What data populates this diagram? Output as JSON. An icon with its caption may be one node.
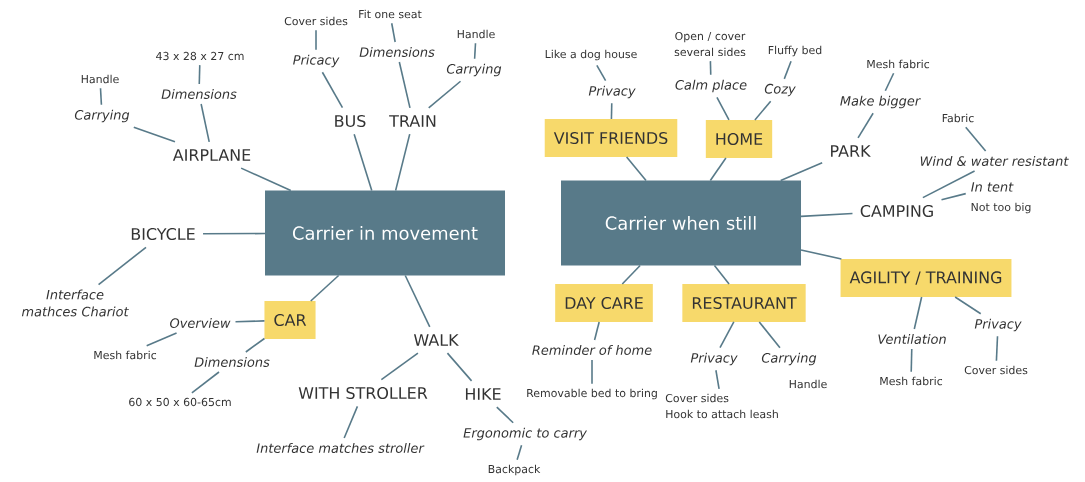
{
  "diagram": {
    "nodes": [
      {
        "text": [
          "Carrier in movement"
        ]
      },
      {
        "text": [
          "AIRPLANE"
        ]
      },
      {
        "text": [
          "Carrying"
        ]
      },
      {
        "text": [
          "Handle"
        ]
      },
      {
        "text": [
          "Dimensions"
        ]
      },
      {
        "text": [
          "43 x 28 x 27 cm"
        ]
      },
      {
        "text": [
          "BUS"
        ]
      },
      {
        "text": [
          "Pricacy"
        ]
      },
      {
        "text": [
          "Cover sides"
        ]
      },
      {
        "text": [
          "TRAIN"
        ]
      },
      {
        "text": [
          "Dimensions"
        ]
      },
      {
        "text": [
          "Fit one seat"
        ]
      },
      {
        "text": [
          "Carrying"
        ]
      },
      {
        "text": [
          "Handle"
        ]
      },
      {
        "text": [
          "BICYCLE"
        ]
      },
      {
        "text": [
          "Interface mathces Chariot"
        ]
      },
      {
        "text": [
          "CAR"
        ]
      },
      {
        "text": [
          "Overview"
        ]
      },
      {
        "text": [
          "Mesh fabric"
        ]
      },
      {
        "text": [
          "Dimensions"
        ]
      },
      {
        "text": [
          "60 x 50 x 60-65cm"
        ]
      },
      {
        "text": [
          "WALK"
        ]
      },
      {
        "text": [
          "WITH STROLLER"
        ]
      },
      {
        "text": [
          "Interface matches stroller"
        ]
      },
      {
        "text": [
          "HIKE"
        ]
      },
      {
        "text": [
          "Ergonomic to carry"
        ]
      },
      {
        "text": [
          "Backpack"
        ]
      },
      {
        "text": [
          "Carrier when still"
        ]
      },
      {
        "text": [
          "VISIT FRIENDS"
        ]
      },
      {
        "text": [
          "Privacy"
        ]
      },
      {
        "text": [
          "Like a dog house"
        ]
      },
      {
        "text": [
          "HOME"
        ]
      },
      {
        "text": [
          "Calm place"
        ]
      },
      {
        "text": [
          "Open / cover several sides"
        ]
      },
      {
        "text": [
          "Cozy"
        ]
      },
      {
        "text": [
          "Fluffy bed"
        ]
      },
      {
        "text": [
          "PARK"
        ]
      },
      {
        "text": [
          "Make bigger"
        ]
      },
      {
        "text": [
          "Mesh fabric"
        ]
      },
      {
        "text": [
          "CAMPING"
        ]
      },
      {
        "text": [
          "Wind & water resistant"
        ]
      },
      {
        "text": [
          "Fabric"
        ]
      },
      {
        "text": [
          "In tent"
        ],
        "beside": [
          "Not too big"
        ]
      },
      {
        "text": [
          "DAY CARE"
        ]
      },
      {
        "text": [
          "Reminder of home"
        ]
      },
      {
        "text": [
          "Removable bed to bring"
        ]
      },
      {
        "text": [
          "RESTAURANT"
        ]
      },
      {
        "text": [
          "Privacy"
        ]
      },
      {
        "text": [
          "Cover sides",
          "Hook to attach leash"
        ]
      },
      {
        "text": [
          "Carrying"
        ],
        "beside": [
          "Handle"
        ]
      },
      {
        "text": [
          "AGILITY / TRAINING"
        ]
      },
      {
        "text": [
          "Ventilation"
        ]
      },
      {
        "text": [
          "Mesh fabric"
        ]
      },
      {
        "text": [
          "Privacy"
        ]
      },
      {
        "text": [
          "Cover sides"
        ]
      }
    ],
    "edges": [
      {
        "from": 0,
        "to": 1,
        "arrow": "none"
      },
      {
        "from": 1,
        "to": 2,
        "arrow": "none"
      },
      {
        "from": 2,
        "to": 3,
        "arrow": "none"
      },
      {
        "from": 1,
        "to": 4,
        "arrow": "none"
      },
      {
        "from": 4,
        "to": 5,
        "arrow": "none"
      },
      {
        "from": 0,
        "to": 6,
        "arrow": "none"
      },
      {
        "from": 6,
        "to": 7,
        "arrow": "none"
      },
      {
        "from": 7,
        "to": 8,
        "arrow": "none"
      },
      {
        "from": 0,
        "to": 9,
        "arrow": "none"
      },
      {
        "from": 9,
        "to": 10,
        "arrow": "none"
      },
      {
        "from": 10,
        "to": 11,
        "arrow": "none"
      },
      {
        "from": 9,
        "to": 12,
        "arrow": "none"
      },
      {
        "from": 12,
        "to": 13,
        "arrow": "none"
      },
      {
        "from": 0,
        "to": 14,
        "arrow": "none"
      },
      {
        "from": 14,
        "to": 15,
        "arrow": "none"
      },
      {
        "from": 0,
        "to": 16,
        "arrow": "none"
      },
      {
        "from": 16,
        "to": 17,
        "arrow": "none"
      },
      {
        "from": 17,
        "to": 18,
        "arrow": "none"
      },
      {
        "from": 16,
        "to": 19,
        "arrow": "none"
      },
      {
        "from": 19,
        "to": 20,
        "arrow": "none"
      },
      {
        "from": 0,
        "to": 21,
        "arrow": "none"
      },
      {
        "from": 21,
        "to": 22,
        "arrow": "none"
      },
      {
        "from": 22,
        "to": 23,
        "arrow": "none"
      },
      {
        "from": 21,
        "to": 24,
        "arrow": "none"
      },
      {
        "from": 24,
        "to": 25,
        "arrow": "none"
      },
      {
        "from": 25,
        "to": 26,
        "arrow": "none"
      },
      {
        "from": 27,
        "to": 28,
        "arrow": "none"
      },
      {
        "from": 28,
        "to": 29,
        "arrow": "none"
      },
      {
        "from": 29,
        "to": 30,
        "arrow": "none"
      },
      {
        "from": 27,
        "to": 31,
        "arrow": "none"
      },
      {
        "from": 31,
        "to": 32,
        "arrow": "none"
      },
      {
        "from": 32,
        "to": 33,
        "arrow": "none"
      },
      {
        "from": 31,
        "to": 34,
        "arrow": "none"
      },
      {
        "from": 34,
        "to": 35,
        "arrow": "none"
      },
      {
        "from": 27,
        "to": 36,
        "arrow": "none"
      },
      {
        "from": 36,
        "to": 37,
        "arrow": "none"
      },
      {
        "from": 37,
        "to": 38,
        "arrow": "none"
      },
      {
        "from": 27,
        "to": 39,
        "arrow": "none"
      },
      {
        "from": 39,
        "to": 40,
        "arrow": "none"
      },
      {
        "from": 40,
        "to": 41,
        "arrow": "none"
      },
      {
        "from": 39,
        "to": 42,
        "arrow": "none"
      },
      {
        "from": 27,
        "to": 43,
        "arrow": "none"
      },
      {
        "from": 43,
        "to": 44,
        "arrow": "none"
      },
      {
        "from": 44,
        "to": 45,
        "arrow": "none"
      },
      {
        "from": 27,
        "to": 46,
        "arrow": "none"
      },
      {
        "from": 46,
        "to": 47,
        "arrow": "none"
      },
      {
        "from": 47,
        "to": 48,
        "arrow": "none"
      },
      {
        "from": 46,
        "to": 49,
        "arrow": "none"
      },
      {
        "from": 27,
        "to": 50,
        "arrow": "none"
      },
      {
        "from": 50,
        "to": 51,
        "arrow": "none"
      },
      {
        "from": 51,
        "to": 52,
        "arrow": "none"
      },
      {
        "from": 50,
        "to": 53,
        "arrow": "none"
      },
      {
        "from": 53,
        "to": 54,
        "arrow": "none"
      }
    ]
  }
}
